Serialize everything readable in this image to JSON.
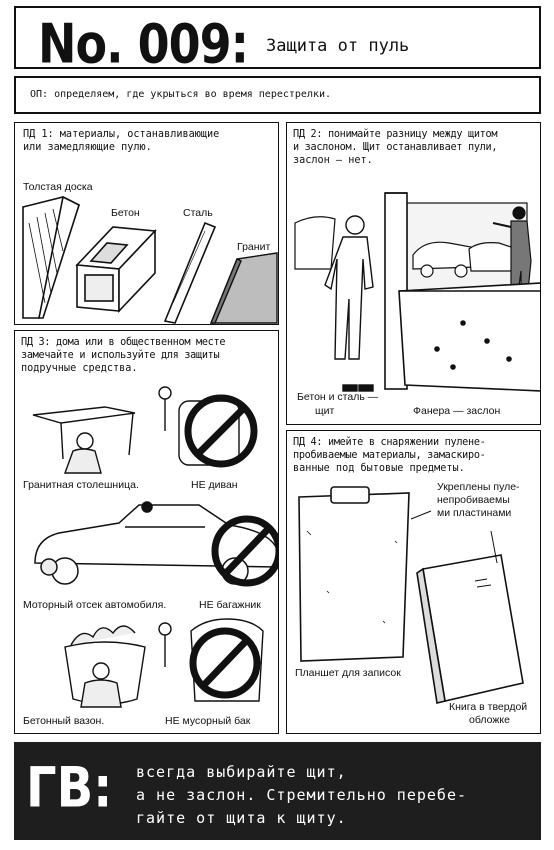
{
  "header": {
    "number": "No. 009:",
    "subtitle": "Защита от пуль"
  },
  "op": {
    "text": "ОП: определяем, где укрыться во время перестрелки."
  },
  "panel1": {
    "text_line1": "ПД 1: материалы, останавливающие",
    "text_line2": "или замедляющие пулю.",
    "captions": {
      "board": "Толстая доска",
      "concrete": "Бетон",
      "steel": "Сталь",
      "granite": "Гранит"
    }
  },
  "panel2": {
    "text_line1": "ПД 2: понимайте разницу между щитом",
    "text_line2": "и заслоном. Щит останавливает пули,",
    "text_line3": "заслон — нет.",
    "captions": {
      "shield_line1": "Бетон и сталь —",
      "shield_line2": "щит",
      "cover": "Фанера — заслон"
    }
  },
  "panel3": {
    "text_line1": "ПД 3: дома или в общественном месте",
    "text_line2": "замечайте и используйте для защиты",
    "text_line3": "подручные средства.",
    "captions": {
      "granite_table": "Гранитная столешница.",
      "not_sofa": "НЕ диван",
      "engine": "Моторный отсек автомобиля.",
      "not_trunk": "НЕ багажник",
      "planter": "Бетонный вазон.",
      "not_trash": "НЕ мусорный бак"
    }
  },
  "panel4": {
    "text_line1": "ПД 4: имейте в снаряжении пуленe-",
    "text_line2": "пробиваемые материалы, замаскиро-",
    "text_line3": "ванные под бытовые предметы.",
    "captions": {
      "plates_line1": "Укреплены пуле-",
      "plates_line2": "непробиваемы",
      "plates_line3": "ми пластинами",
      "clipboard": "Планшет для записок",
      "book_line1": "Книга в твердой",
      "book_line2": "обложке"
    }
  },
  "gv": {
    "label": "ГВ:",
    "line1": "всегда выбирайте щит,",
    "line2": "а не заслон. Стремительно перебе-",
    "line3": "гайте от щита к щиту."
  },
  "colors": {
    "ink": "#111111",
    "background": "#ffffff",
    "footer_bg": "#1e1e1e",
    "footer_text": "#ffffff"
  }
}
